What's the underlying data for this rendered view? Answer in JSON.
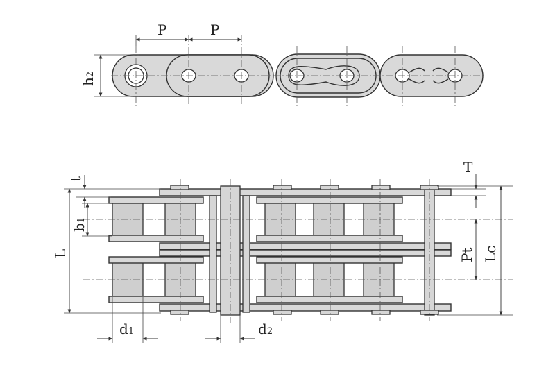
{
  "figure": {
    "top_view_labels": {
      "pitch_left": "P",
      "pitch_right": "P",
      "plate_height": "h",
      "plate_height_sub": "2"
    },
    "side_view_labels": {
      "plate_thickness_left": "t",
      "plate_thickness_right": "T",
      "inner_width": "b",
      "inner_width_sub": "1",
      "pin_length": "L",
      "transverse_pitch": "Pt",
      "connecting_pin_length": "Lc",
      "roller_diameter": "d",
      "roller_diameter_sub": "1",
      "pin_diameter": "d",
      "pin_diameter_sub": "2"
    }
  }
}
